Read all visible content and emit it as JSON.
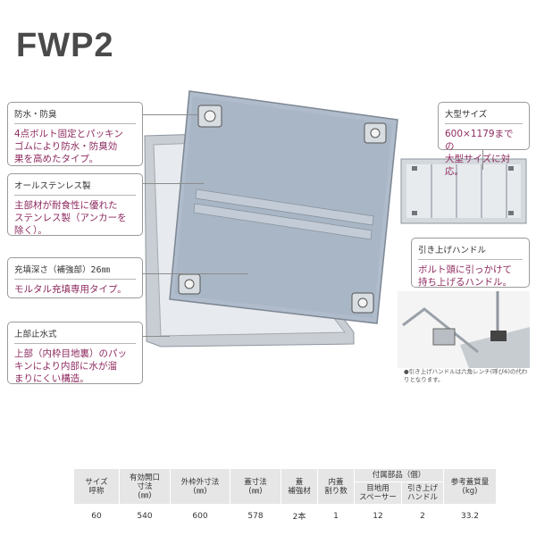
{
  "title": "FWP2",
  "callouts": [
    {
      "id": "waterproof",
      "head": "防水・防臭",
      "body": [
        "4点ボルト固定とパッキン",
        "ゴムにより防水・防臭効",
        "果を高めたタイプ。"
      ]
    },
    {
      "id": "stainless",
      "head": "オールステンレス製",
      "body": [
        "主部材が耐食性に優れた",
        "ステンレス製（アンカーを",
        "除く）。"
      ]
    },
    {
      "id": "depth",
      "head": "充填深さ（補強部）26㎜",
      "body": [
        "モルタル充填専用タイプ。"
      ]
    },
    {
      "id": "top-stop",
      "head": "上部止水式",
      "body": [
        "上部（内枠目地裏）のパッ",
        "キンにより内部に水が溜",
        "まりにくい構造。"
      ]
    },
    {
      "id": "large-size",
      "head": "大型サイズ",
      "body": [
        "600×1179までの",
        "大型サイズに対応。"
      ]
    },
    {
      "id": "handle",
      "head": "引き上げハンドル",
      "body": [
        "ボルト頭に引っかけて",
        "持ち上げるハンドル。"
      ]
    }
  ],
  "note": "●引き上げハンドルは六角レンチ(呼び6)の代わりとなります。",
  "table": {
    "accessory_group": "付属部品（個）",
    "headers": [
      [
        "サイズ",
        "呼称"
      ],
      [
        "有効開口",
        "寸法",
        "(㎜)"
      ],
      [
        "外枠外寸法",
        "(㎜)"
      ],
      [
        "蓋寸法",
        "(㎜)"
      ],
      [
        "蓋",
        "補強材"
      ],
      [
        "内蓋",
        "割り数"
      ],
      [
        "目地用",
        "スペーサー"
      ],
      [
        "引き上げ",
        "ハンドル"
      ],
      [
        "参考蓋質量",
        "(kg)"
      ]
    ],
    "row": [
      "60",
      "540",
      "600",
      "578",
      "2本",
      "1",
      "12",
      "2",
      "33.2"
    ]
  },
  "colors": {
    "accent_text": "#8e2a5f",
    "steel": "#a9b6c4",
    "frame": "#c7ccd2"
  }
}
